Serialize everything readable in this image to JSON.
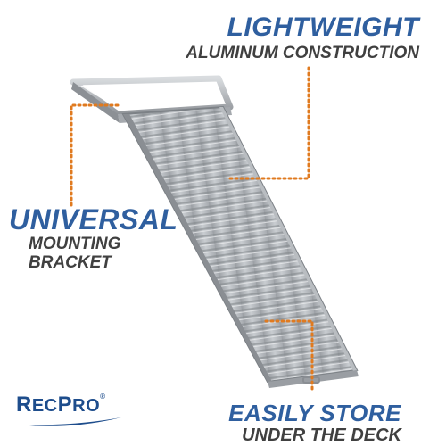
{
  "callouts": {
    "lightweight": {
      "headline": "LIGHTWEIGHT",
      "subline": "ALUMINUM CONSTRUCTION"
    },
    "universal": {
      "headline": "UNIVERSAL",
      "subline_1": "MOUNTING",
      "subline_2": "BRACKET"
    },
    "store": {
      "headline": "EASILY STORE",
      "subline": "UNDER THE DECK"
    }
  },
  "logo": {
    "text_r": "R",
    "text_ec": "EC",
    "text_p": "P",
    "text_ro": "RO",
    "registered": "®"
  },
  "colors": {
    "headline": "#2f5f9f",
    "subline": "#404040",
    "callout_line": "#e07a1f",
    "logo_blue": "#1e4d8c"
  },
  "icons": {
    "product": "aluminum-ramp-image",
    "logo_swoosh": "swoosh-icon"
  }
}
